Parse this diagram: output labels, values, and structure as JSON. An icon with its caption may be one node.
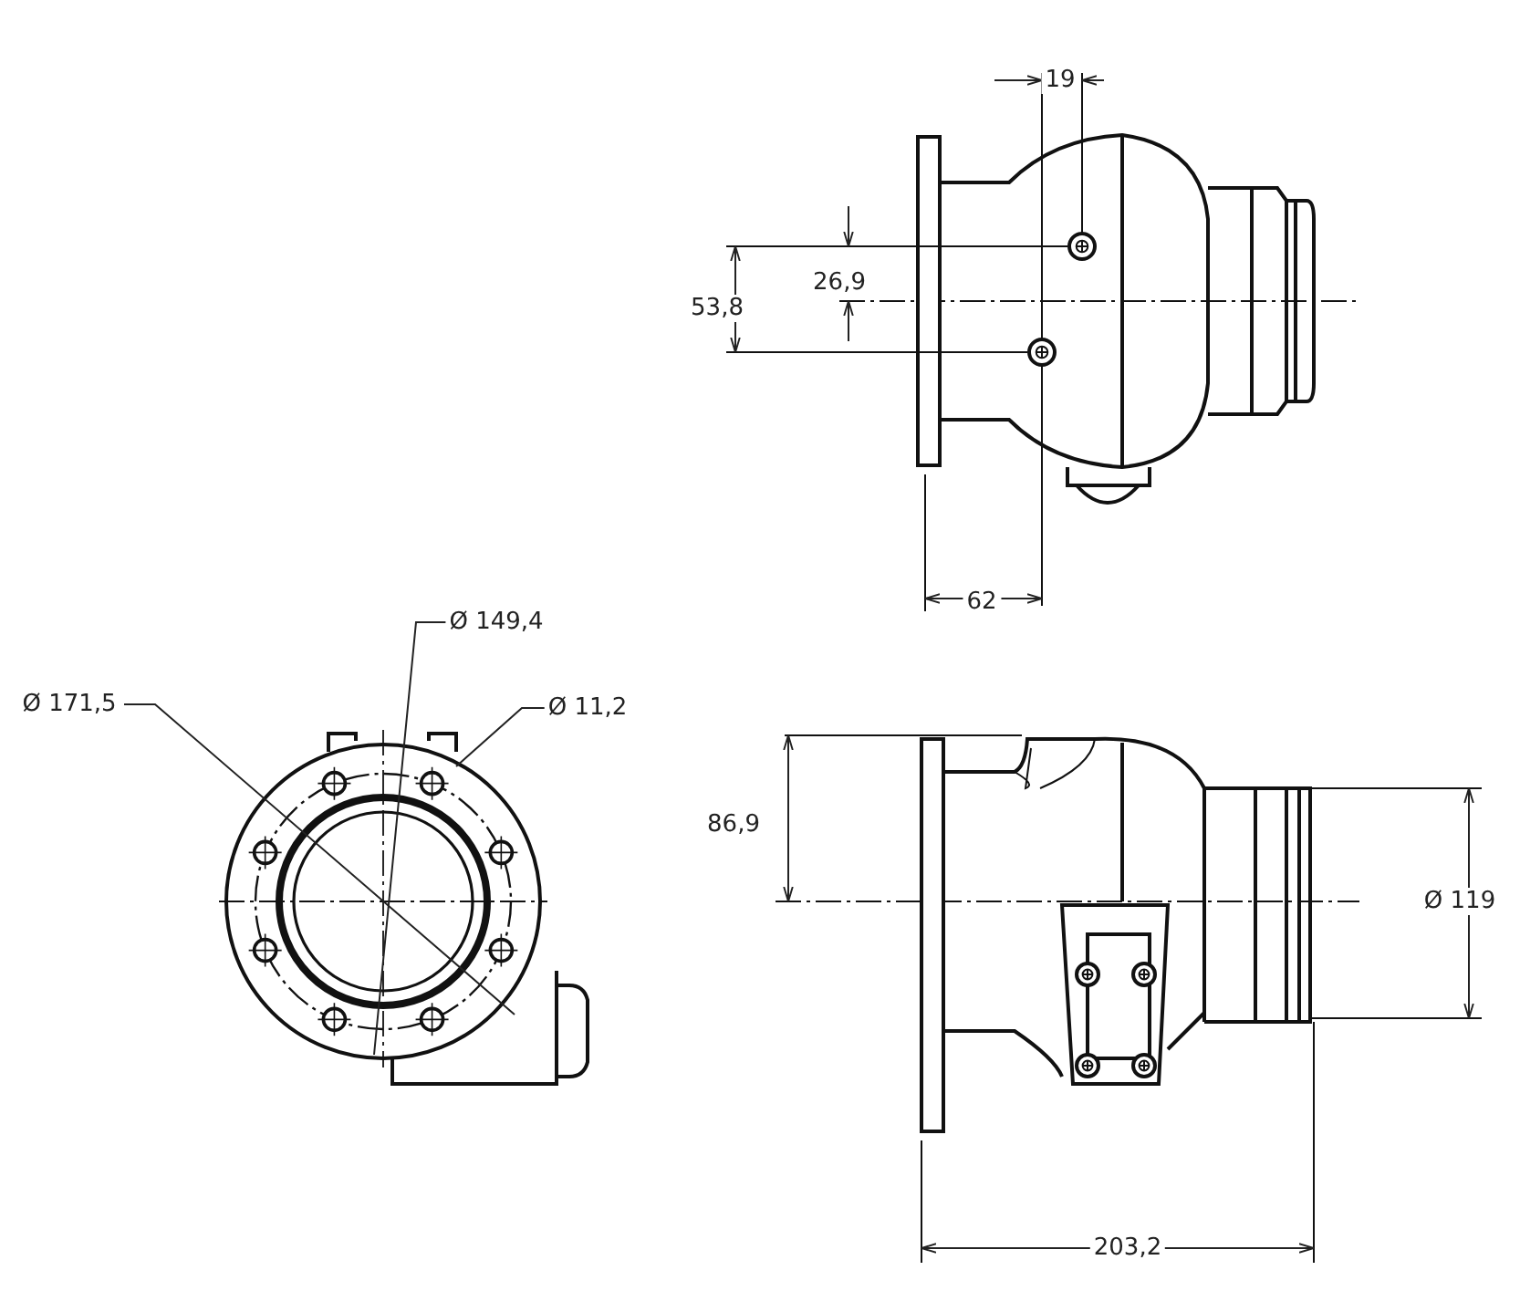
{
  "diagram": {
    "labels": [
      "19",
      "26,9",
      "53,8",
      "62",
      "Ø 149,4",
      "Ø 171,5",
      "Ø 11,2",
      "86,9",
      "Ø 119",
      "203,2"
    ]
  }
}
